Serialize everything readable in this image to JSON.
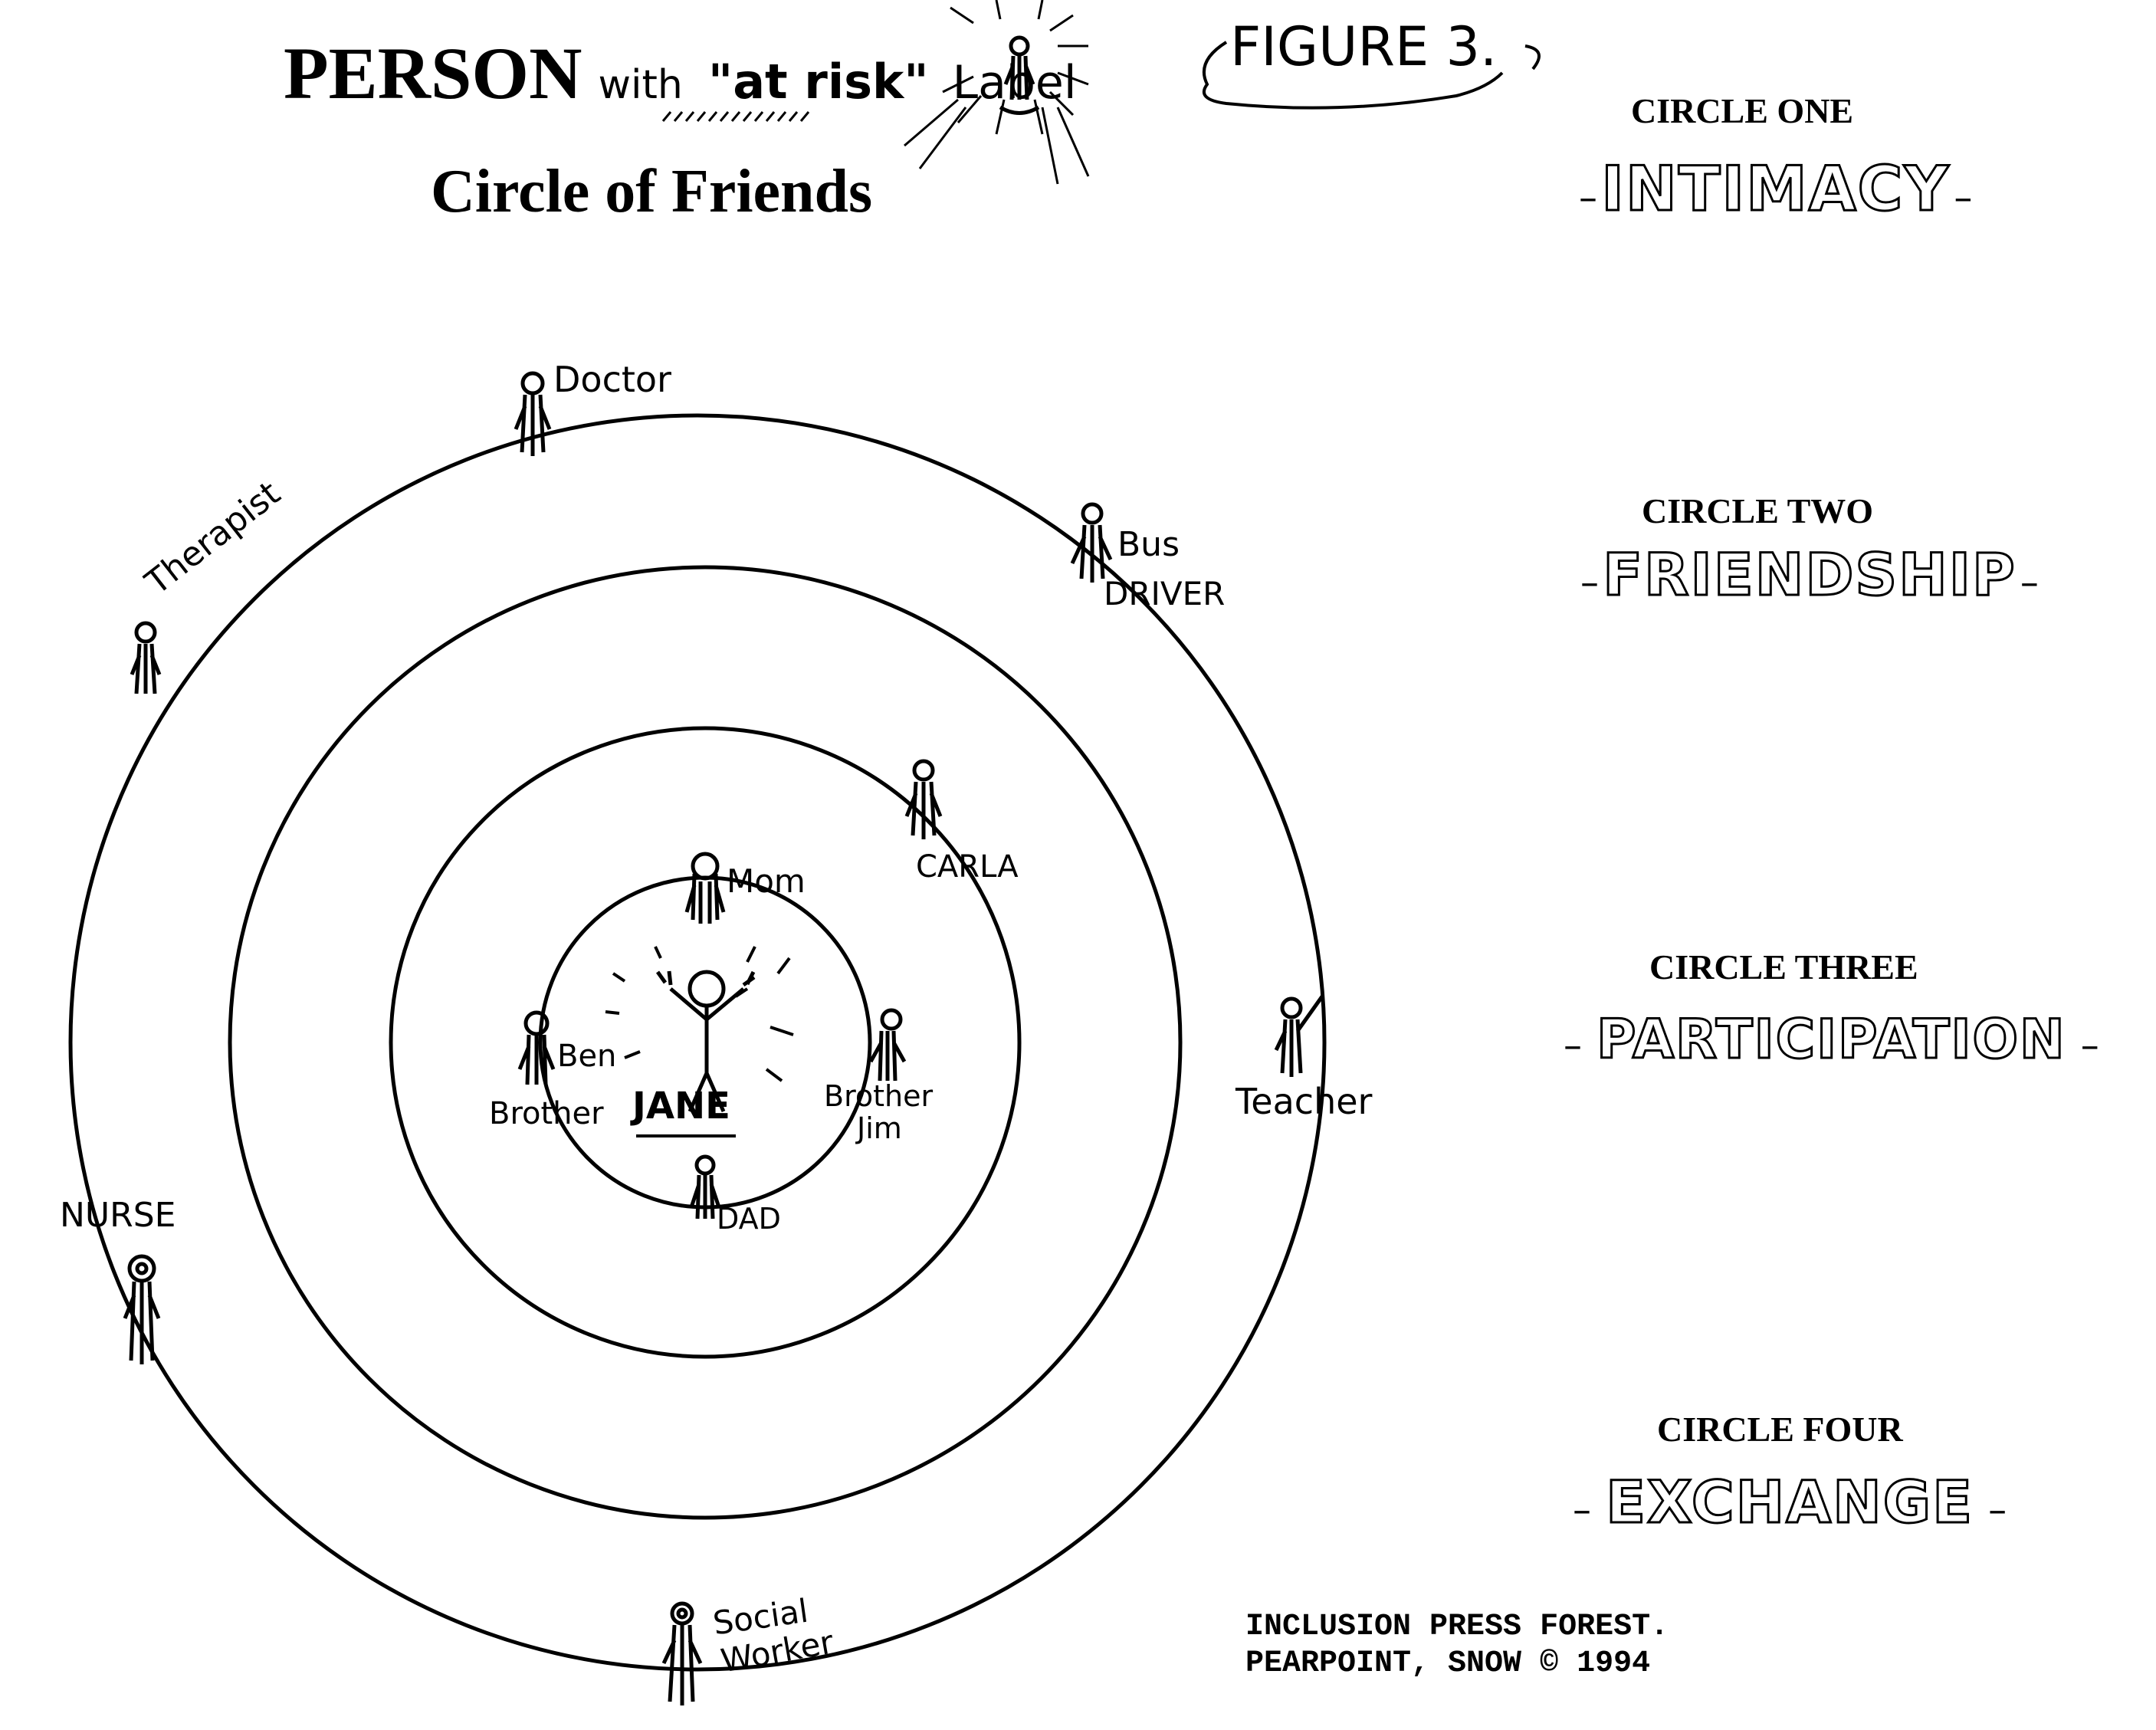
{
  "header": {
    "person_prefix": "PERSON",
    "person_with": "with",
    "at_risk": "\"at risk\"",
    "label_word": "Label",
    "figure": "FIGURE 3.",
    "title": "Circle of Friends"
  },
  "center_person": "JANE",
  "people": {
    "mom": "Mom",
    "ben": "Ben",
    "brother": "Brother",
    "brother_jim_1": "Brother",
    "brother_jim_2": "Jim",
    "dad": "DAD",
    "carla": "CARLA",
    "doctor": "Doctor",
    "bus_driver_1": "Bus",
    "bus_driver_2": "DRIVER",
    "therapist": "Therapist",
    "teacher": "Teacher",
    "nurse": "NURSE",
    "social_worker_1": "Social",
    "social_worker_2": "Worker"
  },
  "legend": [
    {
      "heading": "CIRCLE ONE",
      "word": "INTIMACY"
    },
    {
      "heading": "CIRCLE TWO",
      "word": "FRIENDSHIP"
    },
    {
      "heading": "CIRCLE THREE",
      "word": "PARTICIPATION"
    },
    {
      "heading": "CIRCLE FOUR",
      "word": "EXCHANGE"
    }
  ],
  "footer": {
    "line1": "INCLUSION PRESS FOREST.",
    "line2": "PEARPOINT, SNOW © 1994"
  }
}
